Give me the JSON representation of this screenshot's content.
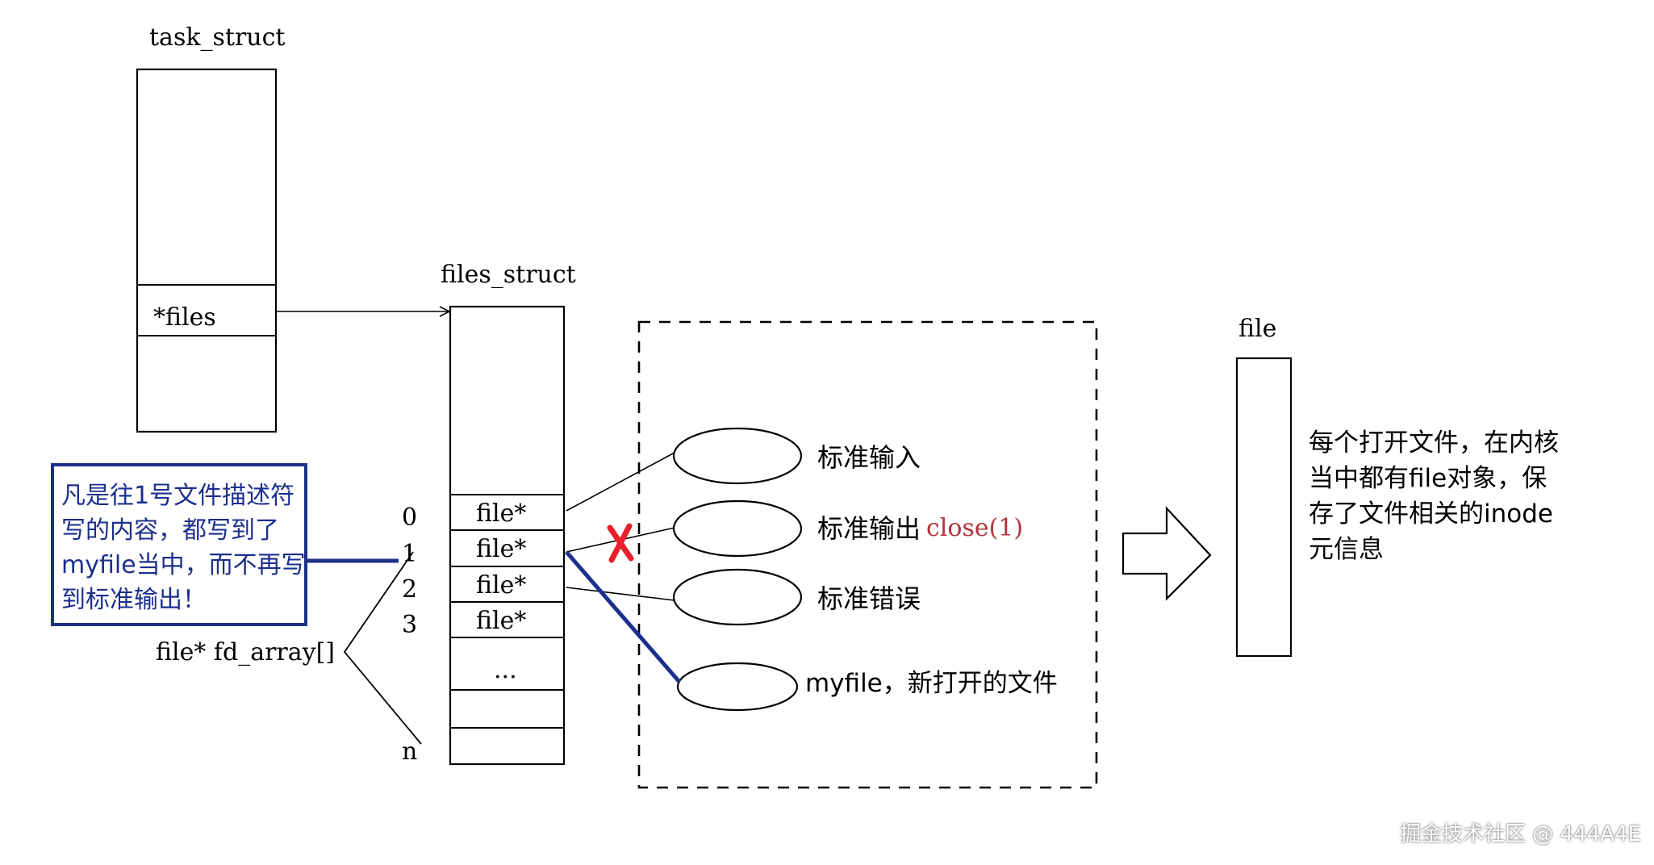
{
  "labels": {
    "task_struct": "task_struct",
    "files_field": "*files",
    "files_struct": "files_struct",
    "file_title": "file",
    "fd_array": "file* fd_array[]",
    "file_ptr": "file*",
    "ellipsis": "...",
    "close_call": "close(1)"
  },
  "indices": [
    "0",
    "1",
    "2",
    "3",
    "n"
  ],
  "streams": {
    "stdin": "标准输入",
    "stdout": "标准输出",
    "stderr": "标准错误",
    "myfile": "myfile，新打开的文件"
  },
  "note": {
    "lines": [
      "凡是往1号文件描述符",
      "写的内容，都写到了",
      "myfile当中，而不再写",
      "到标准输出！"
    ]
  },
  "file_desc": {
    "lines": [
      "每个打开文件，在内核",
      "当中都有file对象，保",
      "存了文件相关的inode",
      "元信息"
    ]
  },
  "watermark": "掘金技术社区 @ 444A4E",
  "colors": {
    "line": "#000000",
    "note_border": "#1c2f8c",
    "note_text": "#1c2f8c",
    "redirect": "#1c2f8c",
    "cross": "#e8202a",
    "close_text": "#b0343a"
  }
}
